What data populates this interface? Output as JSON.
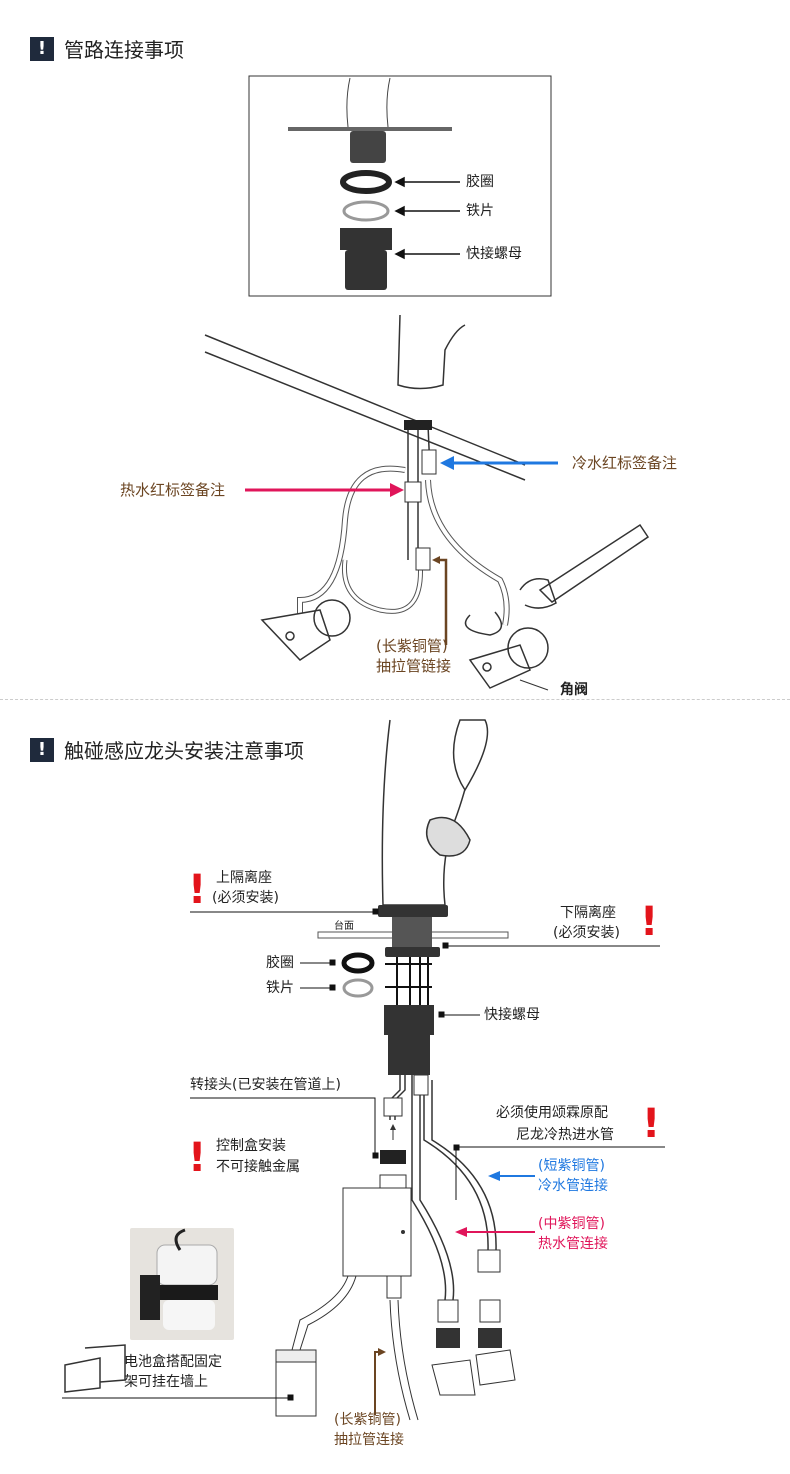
{
  "section1": {
    "title": "管路连接事项",
    "icon": "exclamation-icon",
    "inset_labels": [
      "胶圈",
      "铁片",
      "快接螺母"
    ],
    "cold_label": "冷水红标签备注",
    "hot_label": "热水红标签备注",
    "long_pipe_line1": "(长紫铜管)",
    "long_pipe_line2": "抽拉管链接",
    "angle_valve": "角阀"
  },
  "section2": {
    "title": "触碰感应龙头安装注意事项",
    "icon": "exclamation-icon",
    "upper_seat_line1": "上隔离座",
    "upper_seat_line2": "(必须安装)",
    "countertop": "台面",
    "lower_seat_line1": "下隔离座",
    "lower_seat_line2": "(必须安装)",
    "gasket": "胶圈",
    "washer": "铁片",
    "quick_nut": "快接螺母",
    "adapter": "转接头(已安装在管道上)",
    "nylon_line1": "必须使用颂霖原配",
    "nylon_line2": "尼龙冷热进水管",
    "control_box_line1": "控制盒安装",
    "control_box_line2": "不可接触金属",
    "short_pipe_line1": "(短紫铜管)",
    "short_pipe_line2": "冷水管连接",
    "mid_pipe_line1": "(中紫铜管)",
    "mid_pipe_line2": "热水管连接",
    "battery_line1": "电池盒搭配固定",
    "battery_line2": "架可挂在墙上",
    "long_pipe_line1": "(长紫铜管)",
    "long_pipe_line2": "抽拉管连接"
  },
  "colors": {
    "hot": "#e0155a",
    "cold": "#1f78e0",
    "brown": "#6b4522",
    "warn": "#e3141b"
  }
}
